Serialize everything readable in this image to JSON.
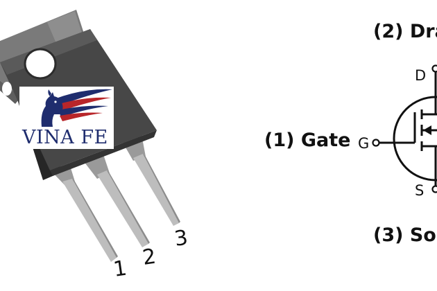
{
  "package": {
    "pin_numbers": [
      "1",
      "2",
      "3"
    ]
  },
  "logo": {
    "text": "VINA FE"
  },
  "symbol": {
    "labels": {
      "drain": "(2) Dra",
      "gate": "(1) Gate",
      "source": "(3) So"
    },
    "terminals": {
      "drain": "D",
      "gate": "G",
      "source": "S"
    }
  },
  "colors": {
    "package_body": "#454545",
    "package_tab": "#7d7d7d",
    "leads": "#b9b9b9",
    "logo_navy": "#1f2d6e",
    "logo_red": "#b8262a",
    "line": "#111111"
  }
}
